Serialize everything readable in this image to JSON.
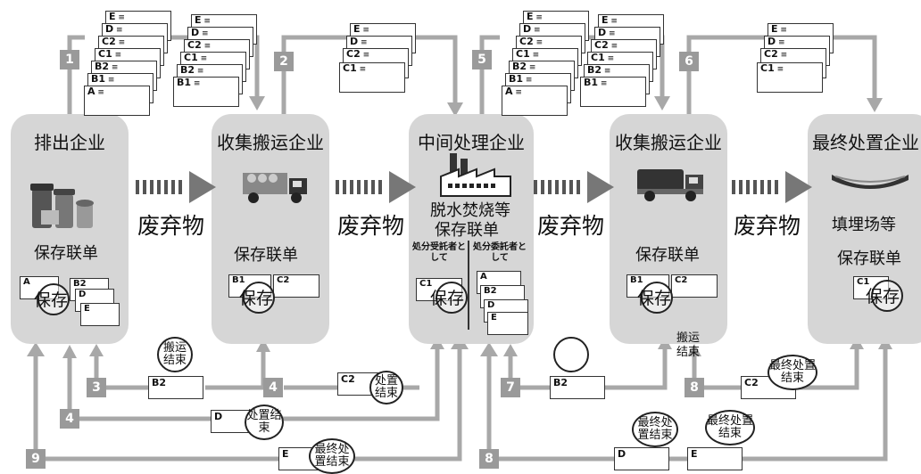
{
  "stages": [
    {
      "title": "排出企业",
      "body": "保存联单",
      "stamp": "保存"
    },
    {
      "title": "收集搬运企业",
      "body": "保存联单",
      "stamp": "保存"
    },
    {
      "title": "中间处理企业",
      "facility": "脱水焚烧等",
      "body": "保存联单",
      "stamp": "保存",
      "role_left": "処分受託者として",
      "role_right": "処分委託者として"
    },
    {
      "title": "收集搬运企业",
      "body": "保存联单",
      "stamp": "保存"
    },
    {
      "title": "最终处置企业",
      "facility": "填埋场等",
      "body": "保存联单",
      "stamp": "保存"
    }
  ],
  "waste_label": "废弃物",
  "steps": [
    "1",
    "2",
    "3",
    "4",
    "4",
    "5",
    "6",
    "7",
    "8",
    "8",
    "9"
  ],
  "sheet_stacks": {
    "stack1": [
      "E",
      "D",
      "C2",
      "C1",
      "B2",
      "B1",
      "A"
    ],
    "stack2": [
      "E",
      "D",
      "C2",
      "C1",
      "B2",
      "B1"
    ],
    "stack3": [
      "E",
      "D",
      "C2",
      "C1"
    ],
    "stack5": [
      "E",
      "D",
      "C2",
      "C1",
      "B2",
      "B1",
      "A"
    ],
    "stack5b": [
      "E",
      "D",
      "C2",
      "C1",
      "B2",
      "B1"
    ],
    "stack6": [
      "E",
      "D",
      "C2",
      "C1"
    ]
  },
  "kept_sheets": {
    "s1": [
      "A",
      "B2",
      "D",
      "E"
    ],
    "s2": [
      "B1",
      "C2"
    ],
    "s3a": [
      "C1"
    ],
    "s3b": [
      "A",
      "B2",
      "D",
      "E"
    ],
    "s4": [
      "B1",
      "C2"
    ],
    "s5": [
      "C1"
    ]
  },
  "return_sheets": {
    "r3": "B2",
    "r4a": "C2",
    "r4b": "D",
    "r9": "E",
    "r7": "B2",
    "r8a": "C2",
    "r8b": "D",
    "r8c": "E"
  },
  "status": {
    "transport_done": "搬运结束",
    "disposal_done": "处置结束",
    "final_done": "最终处置结束"
  }
}
